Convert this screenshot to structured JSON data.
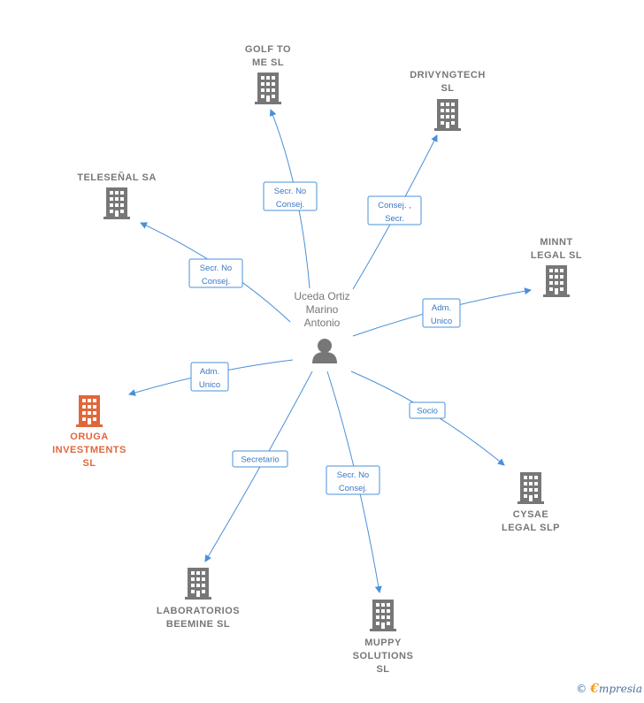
{
  "center": {
    "lines": [
      "Uceda Ortiz",
      "Marino",
      "Antonio"
    ],
    "icon": "person-icon"
  },
  "companies": [
    {
      "id": "golf",
      "lines": [
        "GOLF TO",
        "ME  SL"
      ],
      "icon": "building-icon",
      "highlight": false
    },
    {
      "id": "drivyng",
      "lines": [
        "DRIVYNGTECH",
        "SL"
      ],
      "icon": "building-icon",
      "highlight": false
    },
    {
      "id": "telesenal",
      "lines": [
        "TELESEÑAL SA"
      ],
      "icon": "building-icon",
      "highlight": false
    },
    {
      "id": "minnt",
      "lines": [
        "MINNT",
        "LEGAL  SL"
      ],
      "icon": "building-icon",
      "highlight": false
    },
    {
      "id": "oruga",
      "lines": [
        "ORUGA",
        "INVESTMENTS",
        "SL"
      ],
      "icon": "building-icon",
      "highlight": true
    },
    {
      "id": "cysae",
      "lines": [
        "CYSAE",
        "LEGAL  SLP"
      ],
      "icon": "building-icon",
      "highlight": false
    },
    {
      "id": "labs",
      "lines": [
        "LABORATORIOS",
        "BEEMINE  SL"
      ],
      "icon": "building-icon",
      "highlight": false
    },
    {
      "id": "muppy",
      "lines": [
        "MUPPY",
        "SOLUTIONS",
        "SL"
      ],
      "icon": "building-icon",
      "highlight": false
    }
  ],
  "relations": [
    {
      "to": "golf",
      "lines": [
        "Secr.  No",
        "Consej."
      ]
    },
    {
      "to": "drivyng",
      "lines": [
        "Consej. ,",
        "Secr."
      ]
    },
    {
      "to": "telesenal",
      "lines": [
        "Secr.  No",
        "Consej."
      ]
    },
    {
      "to": "minnt",
      "lines": [
        "Adm.",
        "Unico"
      ]
    },
    {
      "to": "oruga",
      "lines": [
        "Adm.",
        "Unico"
      ]
    },
    {
      "to": "cysae",
      "lines": [
        "Socio"
      ]
    },
    {
      "to": "labs",
      "lines": [
        "Secretario"
      ]
    },
    {
      "to": "muppy",
      "lines": [
        "Secr.  No",
        "Consej."
      ]
    }
  ],
  "colors": {
    "edge": "#4a90d9",
    "building": "#777777",
    "highlight": "#e0673a"
  },
  "footer": {
    "copyright": "©",
    "brand_initial": "€",
    "brand_rest": "mpresia"
  }
}
